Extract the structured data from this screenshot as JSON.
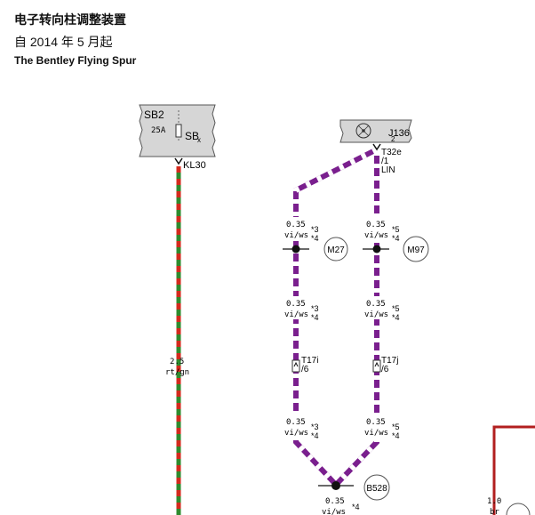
{
  "header": {
    "title": "电子转向柱调整装置",
    "subtitle": "自 2014 年 5 月起",
    "model": "The Bentley Flying Spur"
  },
  "colors": {
    "red": "#d42a1e",
    "green": "#2e8b2e",
    "violet": "#7a1f8e",
    "white": "#ffffff",
    "box_fill": "#d6d6d6",
    "box_stroke": "#555555",
    "dark_red": "#b21f1f"
  },
  "fuse_box": {
    "id": "SB2",
    "rating": "25A",
    "fuse_label": "SB",
    "fuse_sub": "x",
    "terminal": "KL30"
  },
  "control_unit": {
    "id": "J136",
    "id_sub": "2",
    "icon": "steering-wheel-icon"
  },
  "connector_top": {
    "name": "T32e",
    "pin": "/1",
    "signal": "LIN"
  },
  "power_wire": {
    "size": "2.5",
    "color": "rt/gn"
  },
  "left_branch": {
    "upper": {
      "size": "0.35",
      "color": "vi/ws",
      "note1": "*3",
      "note2": "*4"
    },
    "middle": {
      "size": "0.35",
      "color": "vi/ws",
      "note1": "*3",
      "note2": "*4"
    },
    "connector": {
      "name": "T17i",
      "pin": "/6"
    },
    "lower": {
      "size": "0.35",
      "color": "vi/ws",
      "note1": "*3",
      "note2": "*4"
    },
    "node": "M27"
  },
  "right_branch": {
    "upper": {
      "size": "0.35",
      "color": "vi/ws",
      "note1": "*5",
      "note2": "*4"
    },
    "middle": {
      "size": "0.35",
      "color": "vi/ws",
      "note1": "*5",
      "note2": "*4"
    },
    "connector": {
      "name": "T17j",
      "pin": "/6"
    },
    "lower": {
      "size": "0.35",
      "color": "vi/ws",
      "note1": "*5",
      "note2": "*4"
    },
    "node": "M97"
  },
  "bottom_splice": {
    "node": "B528",
    "size": "0.35",
    "color": "vi/ws",
    "note": "*4"
  },
  "right_wire": {
    "size": "1.0",
    "color": "br"
  }
}
